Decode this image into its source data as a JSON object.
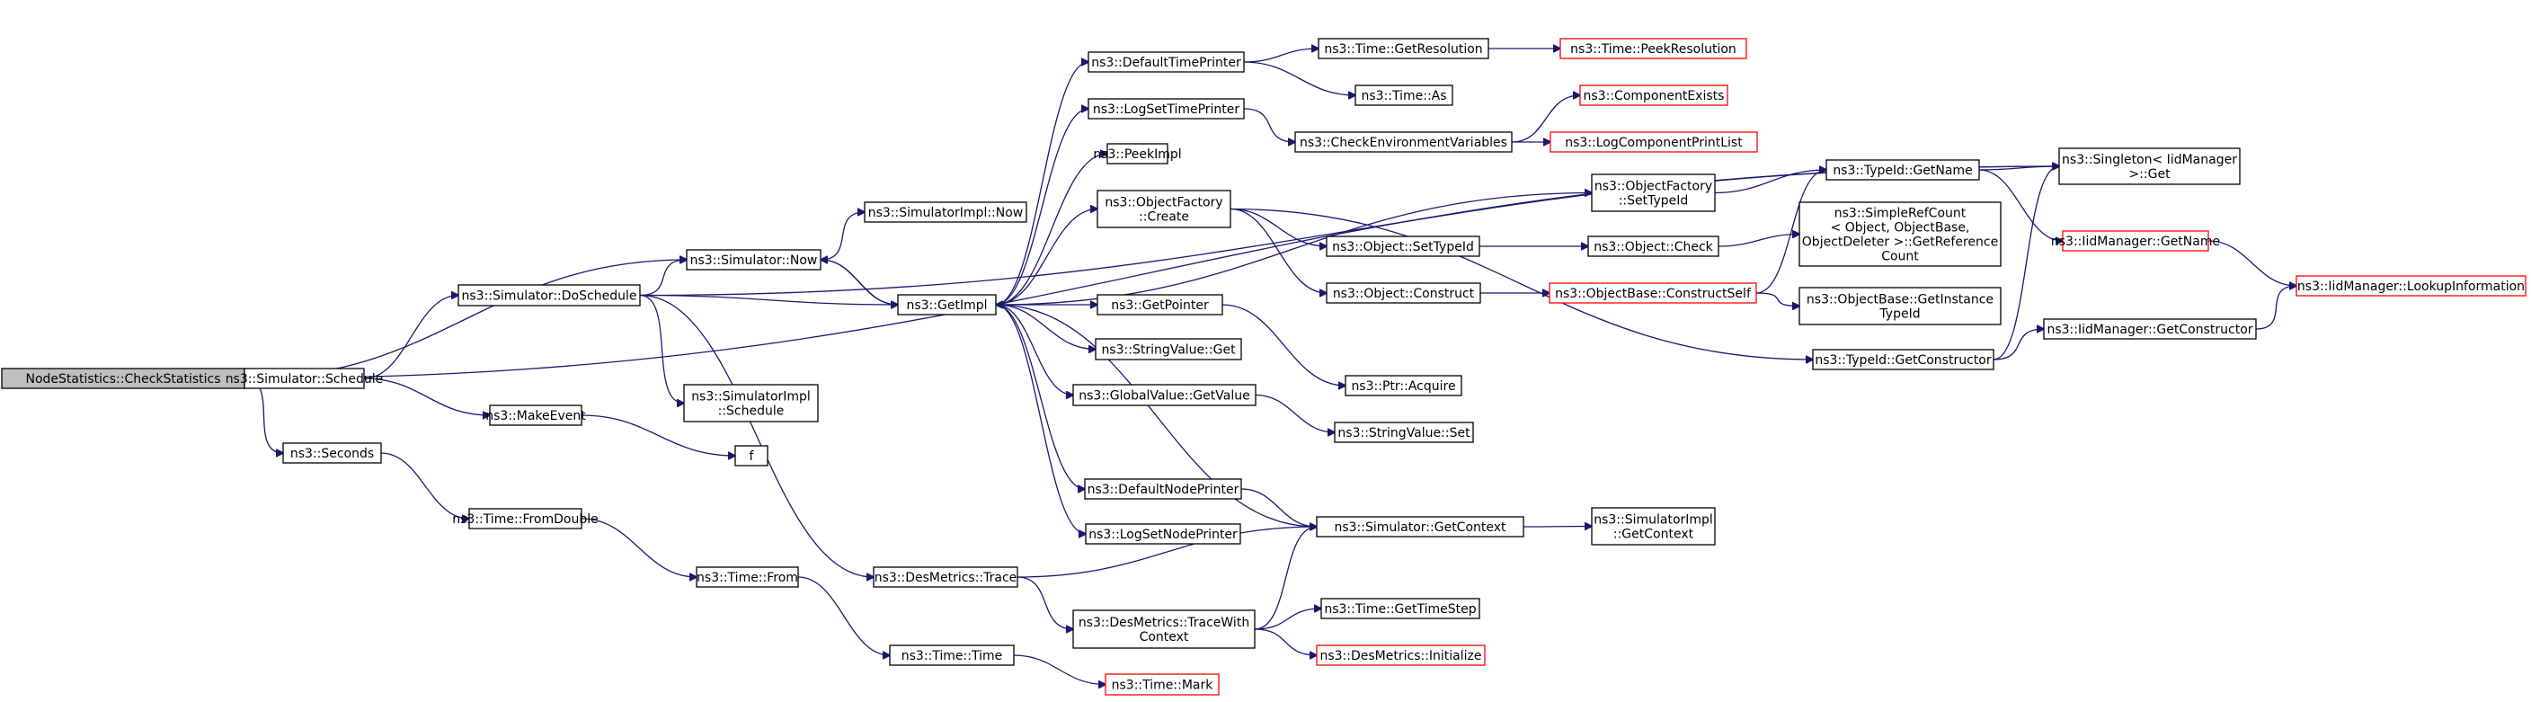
{
  "diagram": {
    "type": "call-graph",
    "colors": {
      "edge": "#191970",
      "border": "#000000",
      "truncated_border": "#ff0000",
      "root_fill": "#bfbfbf",
      "node_fill": "#ffffff"
    },
    "nodes": [
      {
        "id": "root",
        "lines": [
          "NodeStatistics::CheckStatistics"
        ],
        "truncated": false,
        "root": true
      },
      {
        "id": "sched",
        "lines": [
          "ns3::Simulator::Schedule"
        ],
        "truncated": false
      },
      {
        "id": "secs",
        "lines": [
          "ns3::Seconds"
        ],
        "truncated": false
      },
      {
        "id": "dosched",
        "lines": [
          "ns3::Simulator::DoSchedule"
        ],
        "truncated": false
      },
      {
        "id": "makeev",
        "lines": [
          "ns3::MakeEvent"
        ],
        "truncated": false
      },
      {
        "id": "fromdbl",
        "lines": [
          "ns3::Time::FromDouble"
        ],
        "truncated": false
      },
      {
        "id": "simnow",
        "lines": [
          "ns3::Simulator::Now"
        ],
        "truncated": false
      },
      {
        "id": "simimplnow",
        "lines": [
          "ns3::SimulatorImpl::Now"
        ],
        "truncated": false
      },
      {
        "id": "simimplsched",
        "lines": [
          "ns3::SimulatorImpl",
          "::Schedule"
        ],
        "truncated": false
      },
      {
        "id": "f",
        "lines": [
          "f"
        ],
        "truncated": false
      },
      {
        "id": "timefrom",
        "lines": [
          "ns3::Time::From"
        ],
        "truncated": false
      },
      {
        "id": "destrace",
        "lines": [
          "ns3::DesMetrics::Trace"
        ],
        "truncated": false
      },
      {
        "id": "timetime",
        "lines": [
          "ns3::Time::Time"
        ],
        "truncated": false
      },
      {
        "id": "getimpl",
        "lines": [
          "ns3::GetImpl"
        ],
        "truncated": false
      },
      {
        "id": "timemark",
        "lines": [
          "ns3::Time::Mark"
        ],
        "truncated": true
      },
      {
        "id": "deftp",
        "lines": [
          "ns3::DefaultTimePrinter"
        ],
        "truncated": false
      },
      {
        "id": "logstp",
        "lines": [
          "ns3::LogSetTimePrinter"
        ],
        "truncated": false
      },
      {
        "id": "peekimpl",
        "lines": [
          "ns3::PeekImpl"
        ],
        "truncated": false
      },
      {
        "id": "objfcreate",
        "lines": [
          "ns3::ObjectFactory",
          "::Create"
        ],
        "truncated": false
      },
      {
        "id": "getptr",
        "lines": [
          "ns3::GetPointer"
        ],
        "truncated": false
      },
      {
        "id": "strvalget",
        "lines": [
          "ns3::StringValue::Get"
        ],
        "truncated": false
      },
      {
        "id": "gvgetval",
        "lines": [
          "ns3::GlobalValue::GetValue"
        ],
        "truncated": false
      },
      {
        "id": "defnp",
        "lines": [
          "ns3::DefaultNodePrinter"
        ],
        "truncated": false
      },
      {
        "id": "logsnp",
        "lines": [
          "ns3::LogSetNodePrinter"
        ],
        "truncated": false
      },
      {
        "id": "dmtwc",
        "lines": [
          "ns3::DesMetrics::TraceWith",
          "Context"
        ],
        "truncated": false
      },
      {
        "id": "timegetres",
        "lines": [
          "ns3::Time::GetResolution"
        ],
        "truncated": false
      },
      {
        "id": "timeas",
        "lines": [
          "ns3::Time::As"
        ],
        "truncated": false
      },
      {
        "id": "checkenv",
        "lines": [
          "ns3::CheckEnvironmentVariables"
        ],
        "truncated": false
      },
      {
        "id": "objsettypeid",
        "lines": [
          "ns3::Object::SetTypeId"
        ],
        "truncated": false
      },
      {
        "id": "objconstruct",
        "lines": [
          "ns3::Object::Construct"
        ],
        "truncated": false
      },
      {
        "id": "ptracquire",
        "lines": [
          "ns3::Ptr::Acquire"
        ],
        "truncated": false
      },
      {
        "id": "strvalset",
        "lines": [
          "ns3::StringValue::Set"
        ],
        "truncated": false
      },
      {
        "id": "simgetctx",
        "lines": [
          "ns3::Simulator::GetContext"
        ],
        "truncated": false
      },
      {
        "id": "timegetstep",
        "lines": [
          "ns3::Time::GetTimeStep"
        ],
        "truncated": false
      },
      {
        "id": "dminit",
        "lines": [
          "ns3::DesMetrics::Initialize"
        ],
        "truncated": true
      },
      {
        "id": "timepeekres",
        "lines": [
          "ns3::Time::PeekResolution"
        ],
        "truncated": true
      },
      {
        "id": "compexists",
        "lines": [
          "ns3::ComponentExists"
        ],
        "truncated": true
      },
      {
        "id": "logcompprint",
        "lines": [
          "ns3::LogComponentPrintList"
        ],
        "truncated": true
      },
      {
        "id": "objfsettypeid",
        "lines": [
          "ns3::ObjectFactory",
          "::SetTypeId"
        ],
        "truncated": false
      },
      {
        "id": "objcheck",
        "lines": [
          "ns3::Object::Check"
        ],
        "truncated": false
      },
      {
        "id": "objbaseconstruct",
        "lines": [
          "ns3::ObjectBase::ConstructSelf"
        ],
        "truncated": true
      },
      {
        "id": "simimplgetctx",
        "lines": [
          "ns3::SimulatorImpl",
          "::GetContext"
        ],
        "truncated": false
      },
      {
        "id": "typeidgetname",
        "lines": [
          "ns3::TypeId::GetName"
        ],
        "truncated": false
      },
      {
        "id": "simplerefcount",
        "lines": [
          "ns3::SimpleRefCount",
          "< Object, ObjectBase,",
          "ObjectDeleter >::GetReference",
          "Count"
        ],
        "truncated": false
      },
      {
        "id": "objbasegetinst",
        "lines": [
          "ns3::ObjectBase::GetInstance",
          "TypeId"
        ],
        "truncated": false
      },
      {
        "id": "typeidgetctor",
        "lines": [
          "ns3::TypeId::GetConstructor"
        ],
        "truncated": false
      },
      {
        "id": "singleton",
        "lines": [
          "ns3::Singleton< IidManager",
          ">::Get"
        ],
        "truncated": false
      },
      {
        "id": "iidgetname",
        "lines": [
          "ns3::IidManager::GetName"
        ],
        "truncated": true
      },
      {
        "id": "iidgetctor",
        "lines": [
          "ns3::IidManager::GetConstructor"
        ],
        "truncated": false
      },
      {
        "id": "iidlookup",
        "lines": [
          "ns3::IidManager::LookupInformation"
        ],
        "truncated": true
      }
    ],
    "edges": [
      [
        "root",
        "sched"
      ],
      [
        "root",
        "secs"
      ],
      [
        "root",
        "simnow"
      ],
      [
        "root",
        "singleton"
      ],
      [
        "sched",
        "dosched"
      ],
      [
        "sched",
        "makeev"
      ],
      [
        "secs",
        "fromdbl"
      ],
      [
        "dosched",
        "simnow"
      ],
      [
        "dosched",
        "getimpl"
      ],
      [
        "dosched",
        "simimplsched"
      ],
      [
        "dosched",
        "destrace"
      ],
      [
        "dosched",
        "singleton"
      ],
      [
        "makeev",
        "f"
      ],
      [
        "fromdbl",
        "timefrom"
      ],
      [
        "simnow",
        "simimplnow"
      ],
      [
        "simnow",
        "getimpl"
      ],
      [
        "timefrom",
        "timetime"
      ],
      [
        "destrace",
        "simgetctx"
      ],
      [
        "destrace",
        "dmtwc"
      ],
      [
        "timetime",
        "timemark"
      ],
      [
        "getimpl",
        "simnow"
      ],
      [
        "getimpl",
        "deftp"
      ],
      [
        "getimpl",
        "logstp"
      ],
      [
        "getimpl",
        "peekimpl"
      ],
      [
        "getimpl",
        "objfcreate"
      ],
      [
        "getimpl",
        "getptr"
      ],
      [
        "getimpl",
        "strvalget"
      ],
      [
        "getimpl",
        "gvgetval"
      ],
      [
        "getimpl",
        "defnp"
      ],
      [
        "getimpl",
        "logsnp"
      ],
      [
        "getimpl",
        "objfsettypeid"
      ],
      [
        "deftp",
        "timegetres"
      ],
      [
        "deftp",
        "timeas"
      ],
      [
        "logstp",
        "checkenv"
      ],
      [
        "objfcreate",
        "objsettypeid"
      ],
      [
        "objfcreate",
        "objconstruct"
      ],
      [
        "objfcreate",
        "typeidgetctor"
      ],
      [
        "getptr",
        "ptracquire"
      ],
      [
        "gvgetval",
        "strvalset"
      ],
      [
        "defnp",
        "simgetctx"
      ],
      [
        "dmtwc",
        "simgetctx"
      ],
      [
        "dmtwc",
        "timegetstep"
      ],
      [
        "dmtwc",
        "dminit"
      ],
      [
        "timegetres",
        "timepeekres"
      ],
      [
        "checkenv",
        "compexists"
      ],
      [
        "checkenv",
        "logcompprint"
      ],
      [
        "objsettypeid",
        "objcheck"
      ],
      [
        "objconstruct",
        "objbaseconstruct"
      ],
      [
        "simgetctx",
        "getimpl"
      ],
      [
        "simgetctx",
        "simimplgetctx"
      ],
      [
        "objfsettypeid",
        "typeidgetname"
      ],
      [
        "objcheck",
        "simplerefcount"
      ],
      [
        "objbaseconstruct",
        "typeidgetname"
      ],
      [
        "objbaseconstruct",
        "objbasegetinst"
      ],
      [
        "typeidgetname",
        "singleton"
      ],
      [
        "typeidgetname",
        "iidgetname"
      ],
      [
        "typeidgetctor",
        "singleton"
      ],
      [
        "typeidgetctor",
        "iidgetctor"
      ],
      [
        "iidgetname",
        "iidlookup"
      ],
      [
        "iidgetctor",
        "iidlookup"
      ]
    ]
  }
}
